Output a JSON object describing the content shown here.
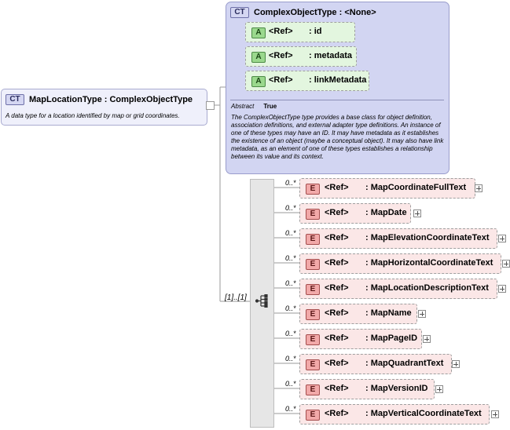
{
  "main_type": {
    "badge": "CT",
    "name": "MapLocationType",
    "base": ": ComplexObjectType",
    "description": "A data type for a location identified by map or grid coordinates."
  },
  "base_type": {
    "badge": "CT",
    "name": "ComplexObjectType",
    "base": ": <None>",
    "abstract_label": "Abstract",
    "abstract_value": "True",
    "description": "The ComplexObjectType type provides a base class for object definition, association definitions, and external adapter type definitions. An instance of one of these types may have an ID. It may have metadata as it establishes the existence of an object (maybe a conceptual object). It may also have link metadata, as an element of one of these types establishes a relationship between its value and its context.",
    "attributes": [
      {
        "badge": "A",
        "ref": "<Ref>",
        "name": ": id"
      },
      {
        "badge": "A",
        "ref": "<Ref>",
        "name": ": metadata"
      },
      {
        "badge": "A",
        "ref": "<Ref>",
        "name": ": linkMetadata"
      }
    ]
  },
  "sequence": {
    "occurrence": "[1]..[1]",
    "icon": "sequence-compositor-icon"
  },
  "elements": [
    {
      "cardinality": "0..*",
      "badge": "E",
      "ref": "<Ref>",
      "name": ": MapCoordinateFullText"
    },
    {
      "cardinality": "0..*",
      "badge": "E",
      "ref": "<Ref>",
      "name": ": MapDate"
    },
    {
      "cardinality": "0..*",
      "badge": "E",
      "ref": "<Ref>",
      "name": ": MapElevationCoordinateText"
    },
    {
      "cardinality": "0..*",
      "badge": "E",
      "ref": "<Ref>",
      "name": ": MapHorizontalCoordinateText"
    },
    {
      "cardinality": "0..*",
      "badge": "E",
      "ref": "<Ref>",
      "name": ": MapLocationDescriptionText"
    },
    {
      "cardinality": "0..*",
      "badge": "E",
      "ref": "<Ref>",
      "name": ": MapName"
    },
    {
      "cardinality": "0..*",
      "badge": "E",
      "ref": "<Ref>",
      "name": ": MapPageID"
    },
    {
      "cardinality": "0..*",
      "badge": "E",
      "ref": "<Ref>",
      "name": ": MapQuadrantText"
    },
    {
      "cardinality": "0..*",
      "badge": "E",
      "ref": "<Ref>",
      "name": ": MapVersionID"
    },
    {
      "cardinality": "0..*",
      "badge": "E",
      "ref": "<Ref>",
      "name": ": MapVerticalCoordinateText"
    }
  ],
  "colors": {
    "complex_type_badge": "#d4d6f2",
    "attribute_fill": "#e3f6df",
    "element_fill": "#fbe7e7",
    "base_box_fill": "#d2d5f2"
  }
}
